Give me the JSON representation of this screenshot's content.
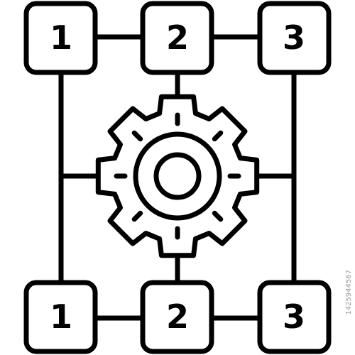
{
  "icon": {
    "name": "process-workflow-gear-icon",
    "stroke_color": "#000000",
    "background_color": "#ffffff",
    "top_row": [
      "1",
      "2",
      "3"
    ],
    "bottom_row": [
      "1",
      "2",
      "3"
    ]
  },
  "watermark": "1425944567"
}
